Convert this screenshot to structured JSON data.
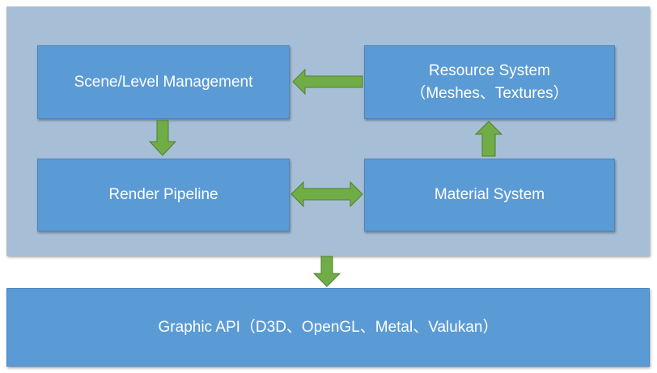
{
  "diagram": {
    "scene": {
      "label": "Scene/Level Management"
    },
    "resource": {
      "line1": "Resource System",
      "line2": "（Meshes、Textures）"
    },
    "render": {
      "label": "Render Pipeline"
    },
    "material": {
      "label": "Material System"
    },
    "api": {
      "label": "Graphic API（D3D、OpenGL、Metal、Valukan）"
    },
    "colors": {
      "panel": "#a7bfd6",
      "box": "#5b9bd5",
      "arrow": "#70ad47"
    }
  }
}
